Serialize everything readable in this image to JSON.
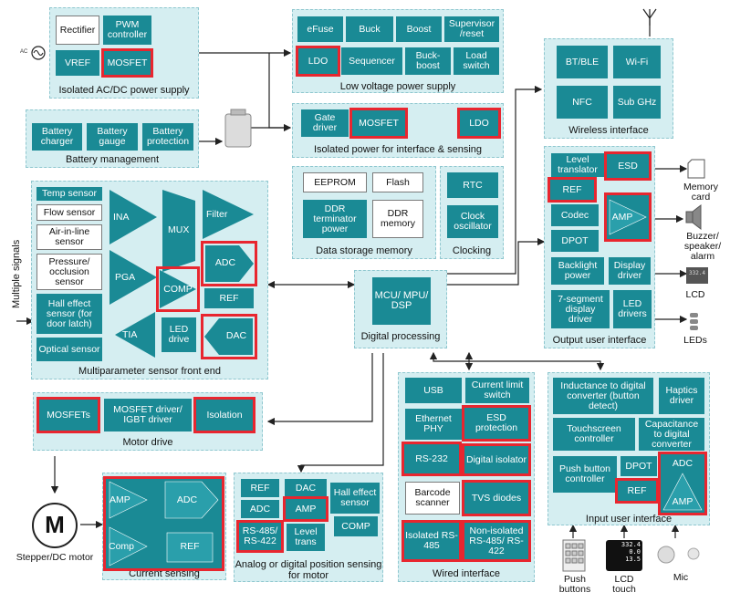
{
  "groups": {
    "acdc": {
      "label": "Isolated AC/DC power supply",
      "ac_label": "AC",
      "blocks": {
        "rectifier": "Rectifier",
        "pwm": "PWM controller",
        "vref": "VREF",
        "mosfet": "MOSFET"
      }
    },
    "lv": {
      "label": "Low voltage power supply",
      "blocks": {
        "efuse": "eFuse",
        "buck": "Buck",
        "boost": "Boost",
        "supervisor": "Supervisor /reset",
        "ldo": "LDO",
        "sequencer": "Sequencer",
        "buckboost": "Buck- boost",
        "loadswitch": "Load switch"
      }
    },
    "battery": {
      "label": "Battery management",
      "blocks": {
        "charger": "Battery charger",
        "gauge": "Battery gauge",
        "protection": "Battery protection"
      }
    },
    "isopower": {
      "label": "Isolated power for interface & sensing",
      "blocks": {
        "gate": "Gate driver",
        "mosfet": "MOSFET",
        "ldo": "LDO"
      }
    },
    "storage": {
      "label": "Data storage memory",
      "blocks": {
        "eeprom": "EEPROM",
        "flash": "Flash",
        "ddrterm": "DDR terminator power",
        "ddrmem": "DDR memory"
      }
    },
    "clocking": {
      "label": "Clocking",
      "blocks": {
        "rtc": "RTC",
        "clock": "Clock oscillator"
      }
    },
    "wireless": {
      "label": "Wireless interface",
      "blocks": {
        "btble": "BT/BLE",
        "wifi": "Wi-Fi",
        "nfc": "NFC",
        "subghz": "Sub GHz"
      }
    },
    "sensor": {
      "label": "Multiparameter sensor front end",
      "side_label": "Multiple signals",
      "blocks": {
        "temp": "Temp sensor",
        "flow": "Flow sensor",
        "airline": "Air-in-line sensor",
        "pressure": "Pressure/ occlusion sensor",
        "hall": "Hall effect sensor (for door latch)",
        "optical": "Optical sensor",
        "ina": "INA",
        "mux": "MUX",
        "filter": "Filter",
        "pga": "PGA",
        "comp": "COMP",
        "adc": "ADC",
        "ref": "REF",
        "tia": "TIA",
        "led": "LED drive",
        "dac": "DAC"
      }
    },
    "digital": {
      "label": "Digital processing",
      "blocks": {
        "mcu": "MCU/ MPU/ DSP"
      }
    },
    "output": {
      "label": "Output user interface",
      "blocks": {
        "level": "Level translator",
        "esd": "ESD",
        "ref": "REF",
        "codec": "Codec",
        "amp": "AMP",
        "dpot": "DPOT",
        "backlight": "Backlight power",
        "display": "Display driver",
        "seg": "7-segment display driver",
        "led": "LED drivers"
      }
    },
    "motor": {
      "label": "Motor drive",
      "blocks": {
        "mosfets": "MOSFETs",
        "driver": "MOSFET driver/ IGBT driver",
        "isolation": "Isolation"
      }
    },
    "current": {
      "label": "Current sensing",
      "blocks": {
        "amp": "AMP",
        "adc": "ADC",
        "comp": "Comp",
        "ref": "REF"
      }
    },
    "position": {
      "label": "Analog or digital position sensing for motor",
      "blocks": {
        "ref": "REF",
        "dac": "DAC",
        "hall": "Hall effect sensor",
        "adc": "ADC",
        "amp": "AMP",
        "comp": "COMP",
        "rs": "RS-485/ RS-422",
        "level": "Level trans"
      }
    },
    "wired": {
      "label": "Wired interface",
      "blocks": {
        "usb": "USB",
        "climit": "Current limit switch",
        "ethernet": "Ethernet PHY",
        "esd": "ESD protection",
        "rs232": "RS-232",
        "digiso": "Digital isolator",
        "barcode": "Barcode scanner",
        "tvs": "TVS diodes",
        "iso485": "Isolated RS-485",
        "noniso": "Non-isolated RS-485/ RS-422"
      }
    },
    "input": {
      "label": "Input user interface",
      "blocks": {
        "inductance": "Inductance to digital converter (button detect)",
        "haptics": "Haptics driver",
        "touch": "Touchscreen controller",
        "capacitance": "Capacitance to digital converter",
        "push": "Push button controller",
        "dpot": "DPOT",
        "adc": "ADC",
        "ref": "REF",
        "amp": "AMP"
      }
    }
  },
  "peripherals": {
    "memory_card": "Memory card",
    "buzzer": "Buzzer/ speaker/ alarm",
    "lcd": "LCD",
    "lcd_digits": "332.4",
    "leds": "LEDs",
    "stepper": "Stepper/DC motor",
    "motor_letter": "M",
    "push_buttons": "Push buttons",
    "lcd_touch": "LCD touch",
    "lcd_touch_digits": [
      "332.4",
      "0.0",
      "13.5"
    ],
    "mic": "Mic"
  },
  "colors": {
    "block": "#1a8a95",
    "group": "#d5eef1",
    "highlight": "#e8262f"
  }
}
